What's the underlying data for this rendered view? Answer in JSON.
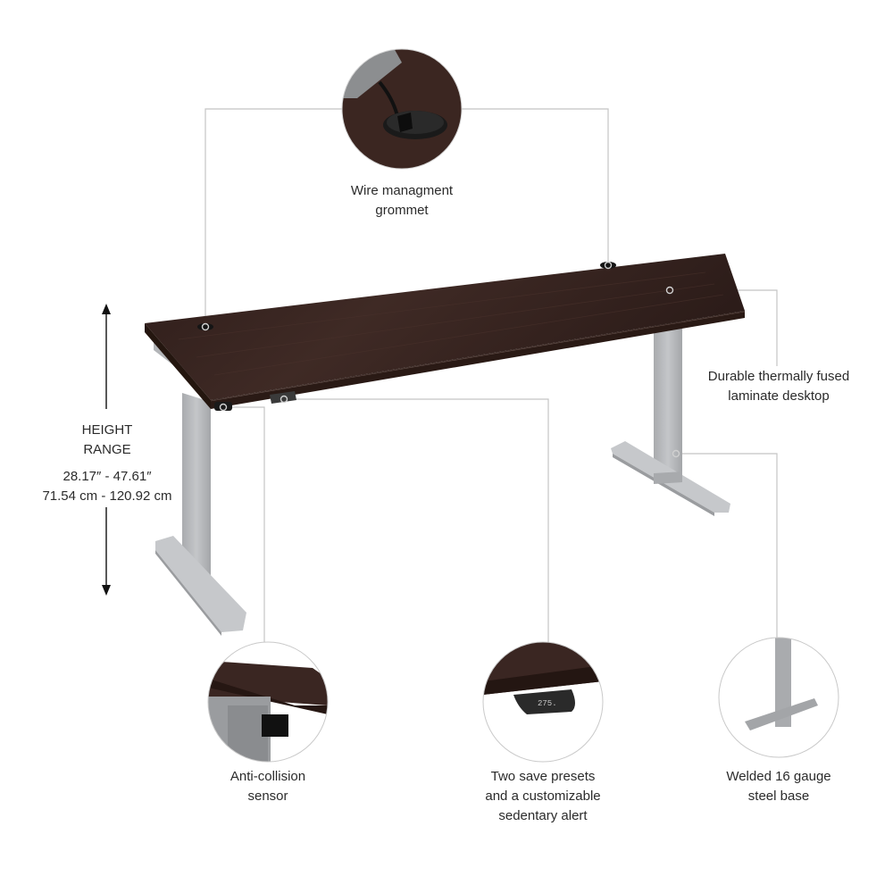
{
  "colors": {
    "wood": "#3a2622",
    "wood_dark": "#2a1a17",
    "steel": "#b9bbbe",
    "steel_dark": "#9a9c9f",
    "callout_line": "#c4c4c4",
    "text": "#2b2b2b"
  },
  "height_range": {
    "title_line1": "HEIGHT",
    "title_line2": "RANGE",
    "imperial": "28.17″ - 47.61″",
    "metric": "71.54 cm - 120.92 cm"
  },
  "callouts": [
    {
      "id": "grommet",
      "line1": "Wire managment",
      "line2": "grommet"
    },
    {
      "id": "laminate",
      "line1": "Durable thermally fused",
      "line2": "laminate desktop"
    },
    {
      "id": "collision",
      "line1": "Anti-collision",
      "line2": "sensor"
    },
    {
      "id": "presets",
      "line1": "Two save presets",
      "line2": "and a customizable",
      "line3": "sedentary alert"
    },
    {
      "id": "steel",
      "line1": "Welded 16 gauge",
      "line2": "steel base"
    }
  ],
  "keypad_display": "275."
}
